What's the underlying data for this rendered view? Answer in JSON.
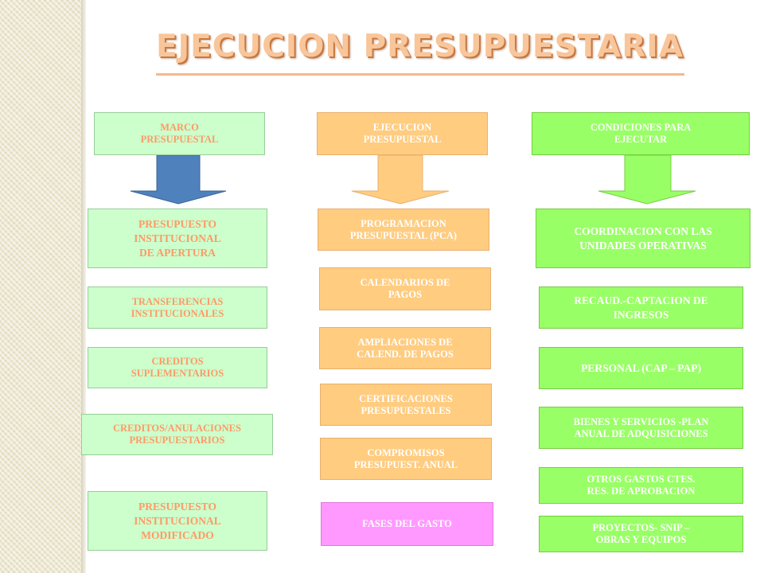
{
  "title": "EJECUCION PRESUPUESTARIA",
  "colors": {
    "green_fill": "#ccffcc",
    "green_text": "#ff9966",
    "orange_fill": "#ffcc80",
    "lime_fill": "#99ff66",
    "pink_fill": "#ff99ff",
    "blue_arrow": "#4f81bd",
    "title_text": "#f8c69a",
    "title_shadow": "#c9773f"
  },
  "column_marco": {
    "header": "MARCO\nPRESUPUESTAL",
    "items": [
      "PRESUPUESTO\nINSTITUCIONAL\nDE APERTURA",
      "TRANSFERENCIAS\nINSTITUCIONALES",
      "CREDITOS\nSUPLEMENTARIOS",
      "CREDITOS/ANULACIONES\nPRESUPUESTARIOS",
      "PRESUPUESTO\nINSTITUCIONAL\nMODIFICADO"
    ]
  },
  "column_ejecucion": {
    "header": "EJECUCION\nPRESUPUESTAL",
    "items": [
      "PROGRAMACION\nPRESUPUESTAL (PCA)",
      "CALENDARIOS DE\nPAGOS",
      "AMPLIACIONES DE\nCALEND. DE PAGOS",
      "CERTIFICACIONES\nPRESUPUESTALES",
      "COMPROMISOS\nPRESUPUEST. ANUAL",
      "FASES DEL GASTO"
    ]
  },
  "column_condiciones": {
    "header": "CONDICIONES PARA\nEJECUTAR",
    "items": [
      "COORDINACION CON LAS\nUNIDADES OPERATIVAS",
      "RECAUD.-CAPTACION DE\nINGRESOS",
      "PERSONAL (CAP – PAP)",
      "BIENES Y SERVICIOS -PLAN\nANUAL DE ADQUISICIONES",
      "OTROS GASTOS CTES.\nRES. DE APROBACION",
      "PROYECTOS- SNIP –\nOBRAS Y EQUIPOS"
    ]
  }
}
